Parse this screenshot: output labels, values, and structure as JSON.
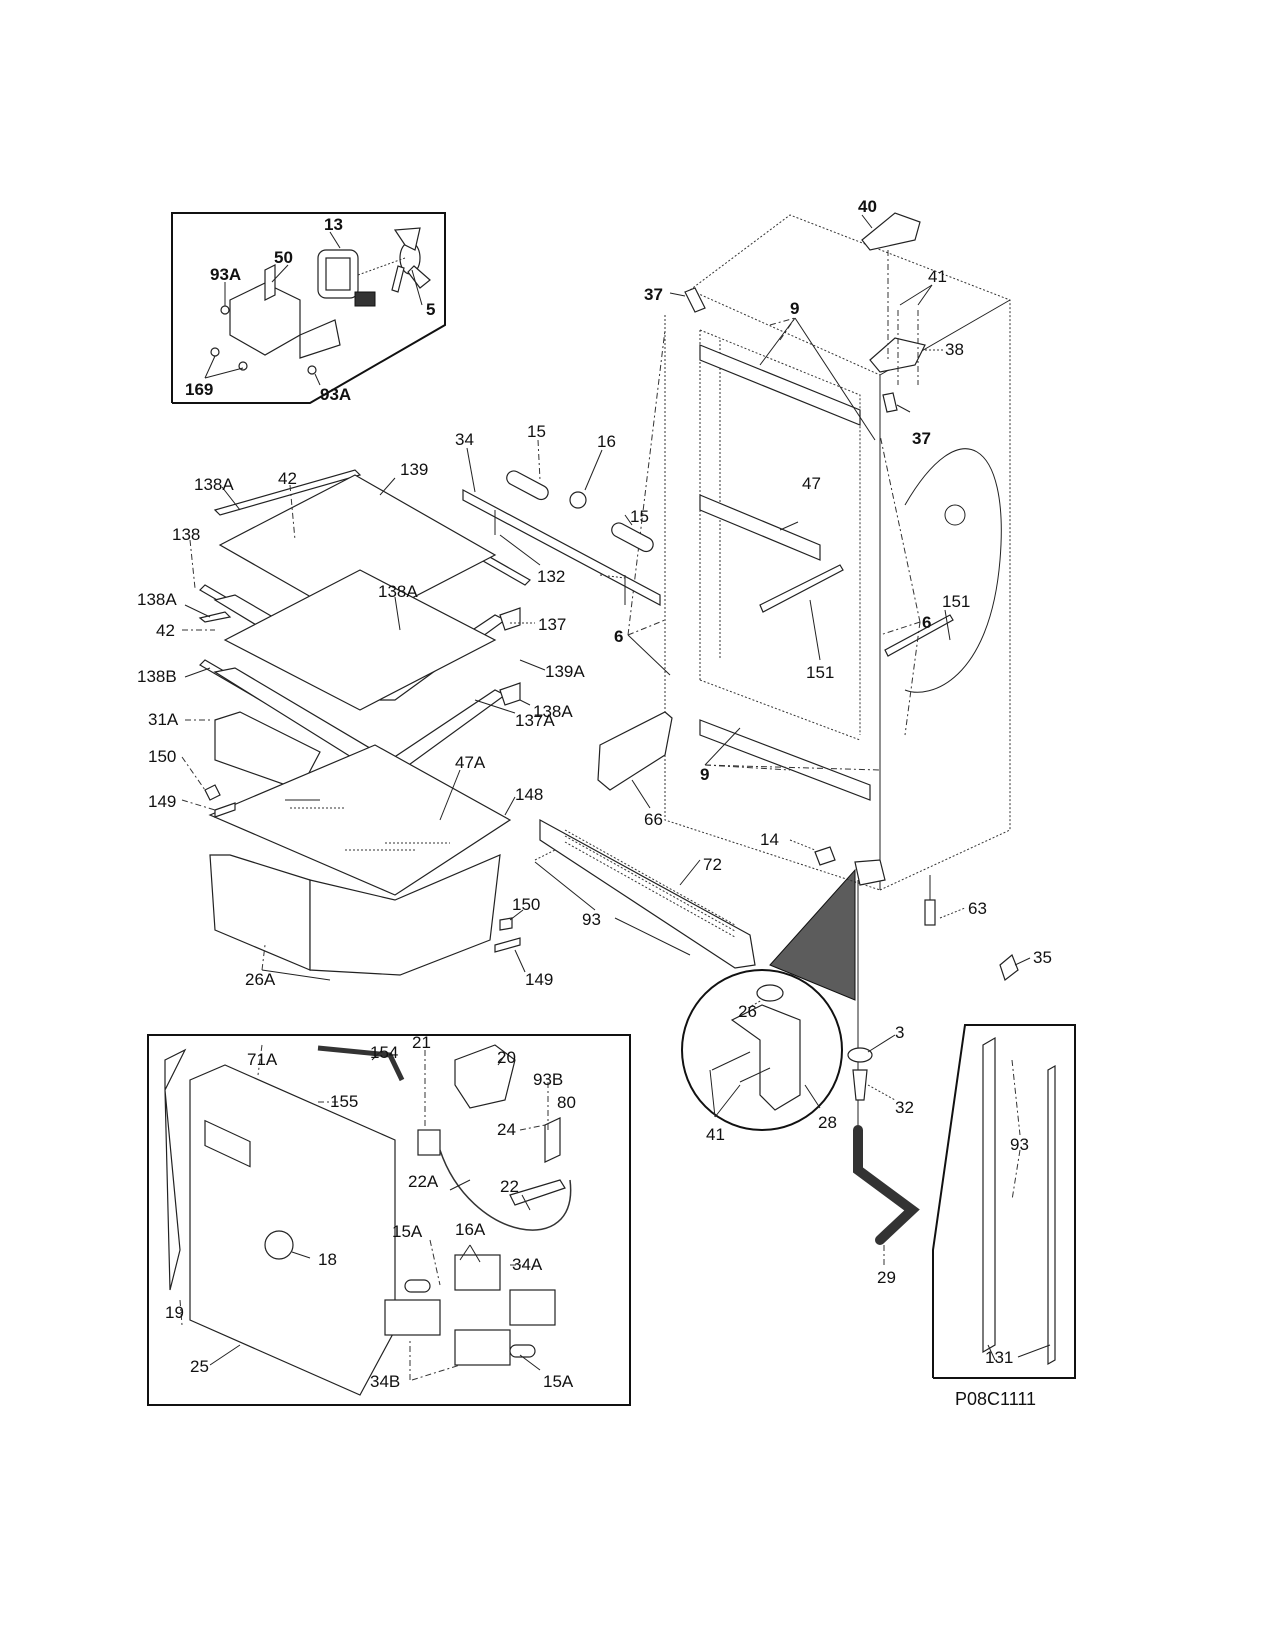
{
  "diagram": {
    "title_code": "P08C1111",
    "inset_fan_box": {
      "labels": [
        "13",
        "50",
        "93A",
        "5",
        "169",
        "93A"
      ]
    },
    "main_labels": {
      "shelves": [
        "138A",
        "42",
        "139",
        "138",
        "138A",
        "138A",
        "42",
        "137",
        "138B",
        "139A",
        "138A",
        "31A",
        "137A",
        "150",
        "47A",
        "149",
        "148",
        "150",
        "149",
        "26A"
      ],
      "light_assembly": [
        "34",
        "15",
        "16",
        "15",
        "132"
      ],
      "cabinet": [
        "40",
        "41",
        "37",
        "9",
        "38",
        "37",
        "47",
        "6",
        "6",
        "151",
        "151",
        "66",
        "9"
      ],
      "base": [
        "14",
        "72",
        "93",
        "63",
        "35"
      ],
      "hinge_detail": [
        "26",
        "3",
        "41",
        "28",
        "32",
        "29"
      ]
    },
    "inset_control_box": {
      "labels": [
        "71A",
        "154",
        "21",
        "20",
        "155",
        "93B",
        "80",
        "24",
        "22A",
        "22",
        "18",
        "15A",
        "16A",
        "34A",
        "19",
        "25",
        "34B",
        "15A"
      ]
    },
    "inset_rail_box": {
      "labels": [
        "93",
        "131"
      ]
    }
  }
}
